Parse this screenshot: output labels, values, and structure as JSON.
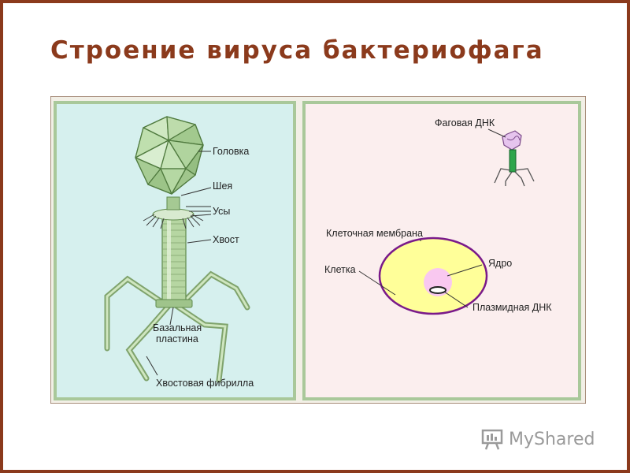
{
  "slide": {
    "title": "Строение вируса бактериофага",
    "accent_color": "#8b3a1c"
  },
  "diagram": {
    "phage_labels": {
      "head": "Головка",
      "neck": "Шея",
      "whiskers": "Усы",
      "tail": "Хвост",
      "base_plate_line1": "Базальная",
      "base_plate_line2": "пластина",
      "tail_fiber": "Хвостовая фибрилла"
    },
    "cell_labels": {
      "phage_dna": "Фаговая ДНК",
      "cell_membrane": "Клеточная мембрана",
      "cell": "Клетка",
      "nucleus": "Ядро",
      "plasmid_dna": "Плазмидная ДНК"
    },
    "colors": {
      "left_panel_bg": "#d6f0ee",
      "right_panel_bg": "#fbeeee",
      "panel_border": "#a9c89a",
      "phage_green": "#b6d6a2",
      "cell_fill": "#ffff99",
      "nucleus_fill": "#f9c8f0"
    }
  },
  "watermark": {
    "text": "MyShared",
    "icon": "presentation-board-icon"
  }
}
